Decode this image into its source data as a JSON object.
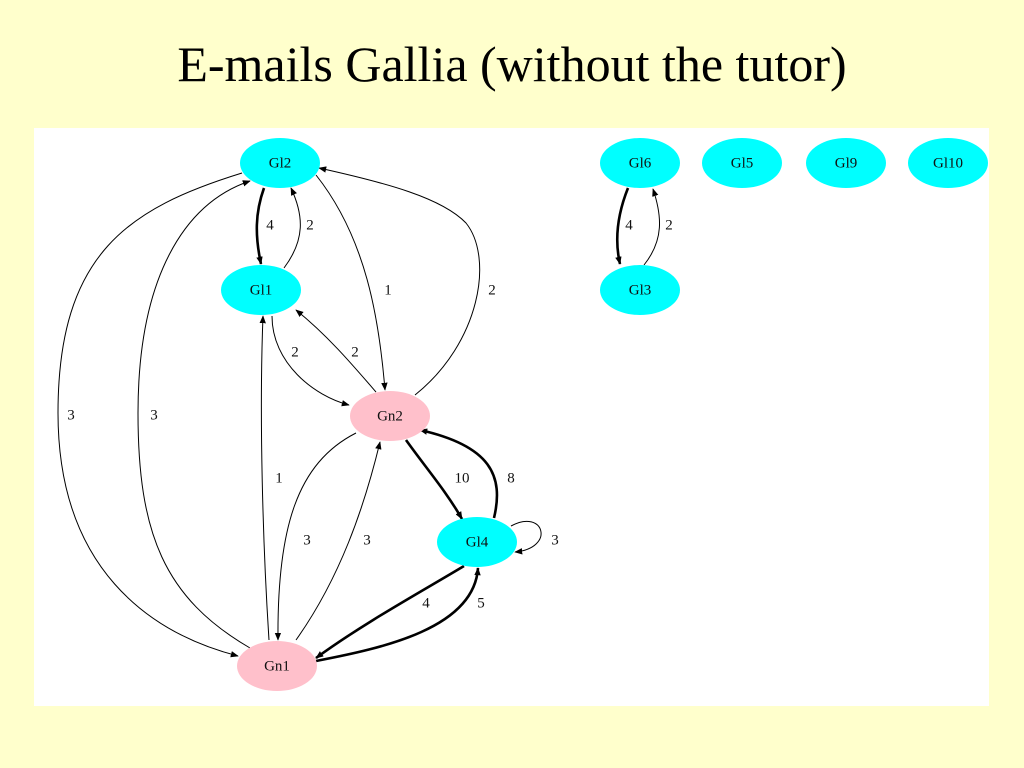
{
  "slide": {
    "title": "E-mails Gallia (without the tutor)"
  },
  "colors": {
    "background": "#FFFFCC",
    "panel": "#FFFFFF",
    "gl_node": "#00FFFF",
    "gn_node": "#FFC0CB",
    "edge": "#000000"
  },
  "graph": {
    "nodes": [
      {
        "id": "Gl2",
        "label": "Gl2",
        "kind": "gl"
      },
      {
        "id": "Gl1",
        "label": "Gl1",
        "kind": "gl"
      },
      {
        "id": "Gn2",
        "label": "Gn2",
        "kind": "gn"
      },
      {
        "id": "Gl4",
        "label": "Gl4",
        "kind": "gl"
      },
      {
        "id": "Gn1",
        "label": "Gn1",
        "kind": "gn"
      },
      {
        "id": "Gl6",
        "label": "Gl6",
        "kind": "gl"
      },
      {
        "id": "Gl3",
        "label": "Gl3",
        "kind": "gl"
      },
      {
        "id": "Gl5",
        "label": "Gl5",
        "kind": "gl"
      },
      {
        "id": "Gl9",
        "label": "Gl9",
        "kind": "gl"
      },
      {
        "id": "Gl10",
        "label": "Gl10",
        "kind": "gl"
      }
    ],
    "edges": [
      {
        "from": "Gl2",
        "to": "Gl1",
        "label": "4"
      },
      {
        "from": "Gl1",
        "to": "Gl2",
        "label": "2"
      },
      {
        "from": "Gl2",
        "to": "Gn2",
        "label": "1"
      },
      {
        "from": "Gn2",
        "to": "Gl2",
        "label": "2"
      },
      {
        "from": "Gl2",
        "to": "Gn1",
        "label": "3"
      },
      {
        "from": "Gn1",
        "to": "Gl2",
        "label": "3"
      },
      {
        "from": "Gl1",
        "to": "Gn2",
        "label": "2"
      },
      {
        "from": "Gn2",
        "to": "Gl1",
        "label": "2"
      },
      {
        "from": "Gn1",
        "to": "Gl1",
        "label": "1"
      },
      {
        "from": "Gn2",
        "to": "Gn1",
        "label": "3"
      },
      {
        "from": "Gn1",
        "to": "Gn2",
        "label": "3"
      },
      {
        "from": "Gn2",
        "to": "Gl4",
        "label": "10"
      },
      {
        "from": "Gl4",
        "to": "Gn2",
        "label": "8"
      },
      {
        "from": "Gl4",
        "to": "Gl4",
        "label": "3"
      },
      {
        "from": "Gl4",
        "to": "Gn1",
        "label": "4"
      },
      {
        "from": "Gn1",
        "to": "Gl4",
        "label": "5"
      },
      {
        "from": "Gl6",
        "to": "Gl3",
        "label": "4"
      },
      {
        "from": "Gl3",
        "to": "Gl6",
        "label": "2"
      }
    ]
  }
}
